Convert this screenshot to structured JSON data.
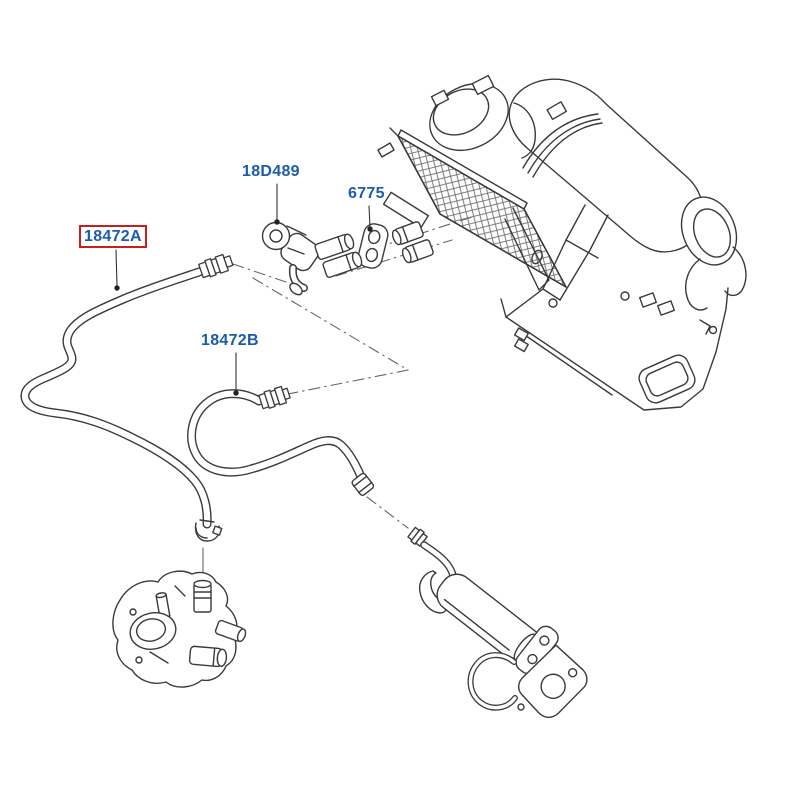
{
  "diagram": {
    "type": "parts-exploded-diagram",
    "part_labels": [
      {
        "code": "18472A",
        "highlighted": true
      },
      {
        "code": "18D489",
        "highlighted": false
      },
      {
        "code": "6775",
        "highlighted": false
      },
      {
        "code": "18472B",
        "highlighted": false
      }
    ],
    "colors": {
      "label_text": "#1b5cad",
      "highlight_box": "#c81e1e",
      "line_art": "#3a3a3a",
      "center_line": "#666666",
      "background": "#ffffff"
    }
  }
}
